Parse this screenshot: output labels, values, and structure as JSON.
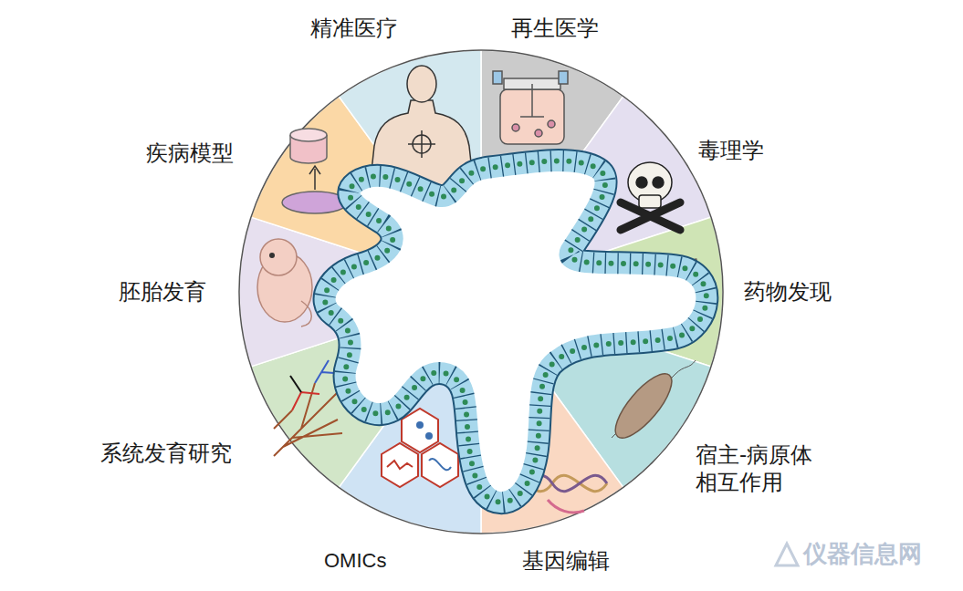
{
  "diagram": {
    "labels": [
      "精准医疗",
      "再生医学",
      "毒理学",
      "药物发现",
      "宿主-病原体 相互作用",
      "基因编辑",
      "OMICs",
      "系统发育研究",
      "胚胎发育",
      "疾病模型",
      "仪器信息网"
    ]
  }
}
